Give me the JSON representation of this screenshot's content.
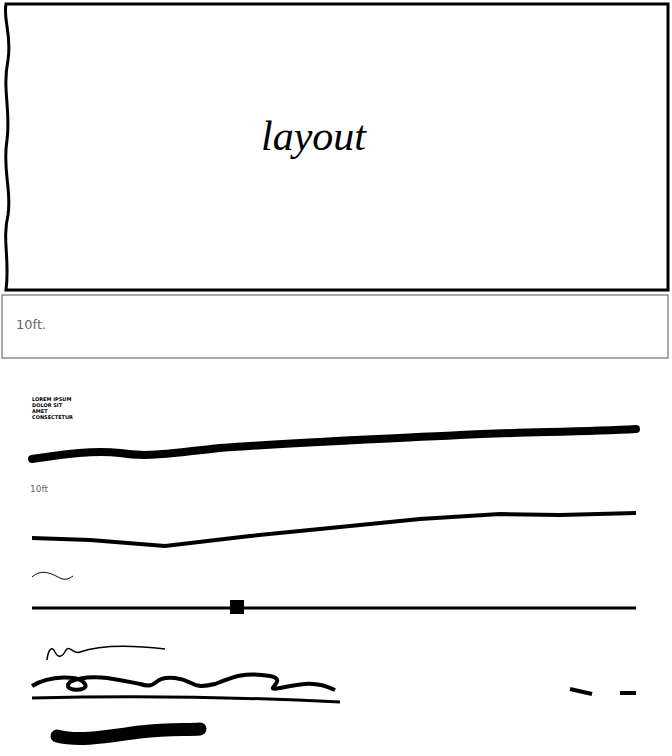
{
  "diagram": {
    "nodes": [
      {
        "text": [
          "layout"
        ]
      },
      {
        "text": [
          "10ft."
        ]
      }
    ],
    "labels": [
      "LOREM IPSUM DOLOR SIT AMET CONSECTETUR",
      "10ft"
    ]
  }
}
